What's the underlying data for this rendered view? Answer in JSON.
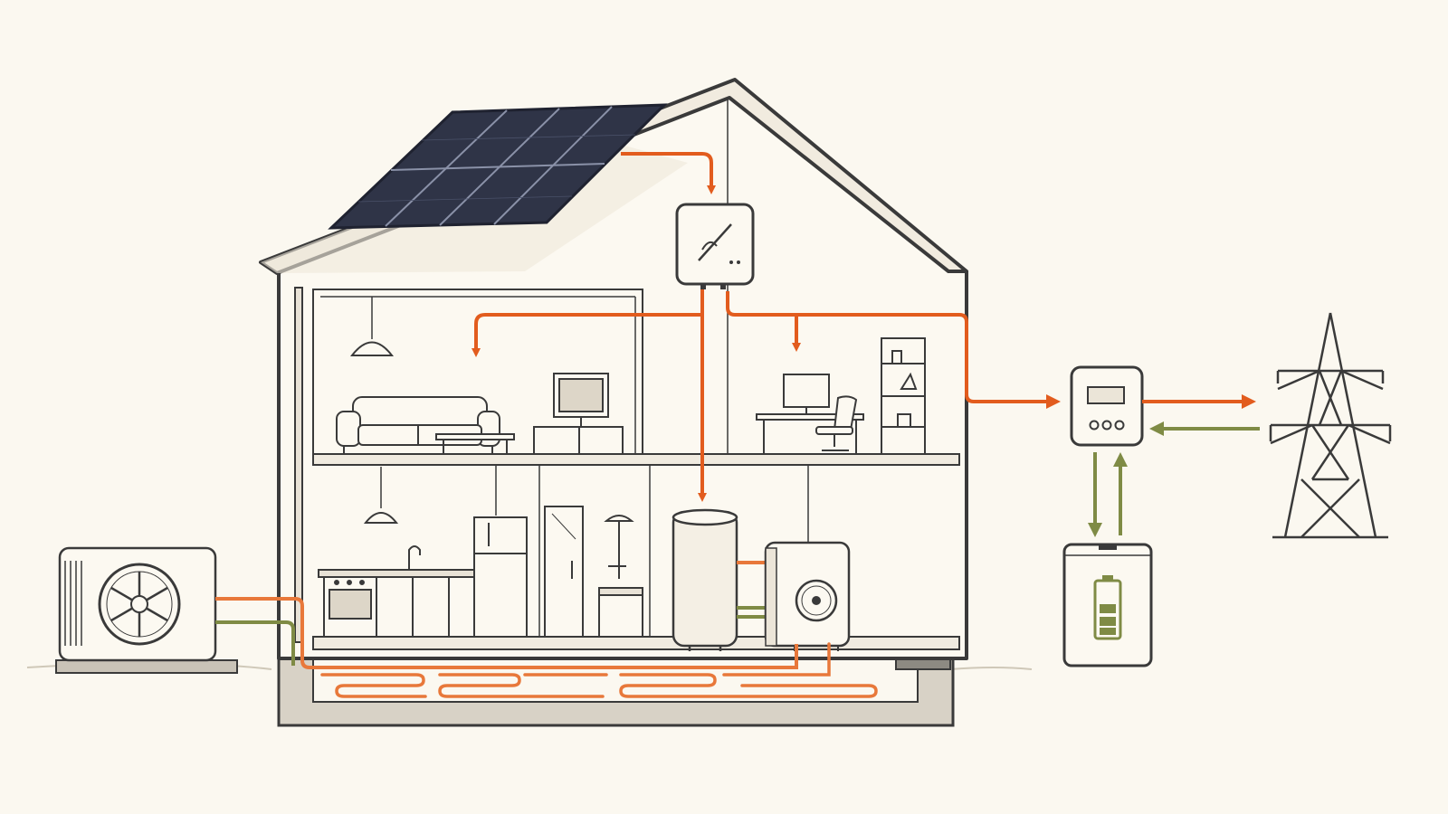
{
  "colors": {
    "background": "#fbf8f0",
    "outline": "#3a3a3a",
    "wall_fill": "#fcf9f1",
    "roof_fill": "#f1ebdf",
    "ground": "#d8d2c6",
    "solar_panel": "#2f3447",
    "power_flow": "#e25c1e",
    "grid_return_flow": "#7f8b45",
    "heating_pipe": "#e8783a"
  },
  "components": [
    {
      "id": "solar-panels",
      "icon": "solar-panel-icon"
    },
    {
      "id": "inverter",
      "icon": "inverter-icon"
    },
    {
      "id": "smart-meter",
      "icon": "meter-icon"
    },
    {
      "id": "home-battery",
      "icon": "battery-icon"
    },
    {
      "id": "power-grid",
      "icon": "pylon-icon"
    },
    {
      "id": "outdoor-heat-pump",
      "icon": "fan-icon"
    },
    {
      "id": "indoor-heat-pump",
      "icon": "fan-icon"
    },
    {
      "id": "hot-water-cylinder",
      "icon": "tank-icon"
    },
    {
      "id": "underfloor-heating",
      "icon": "pipe-loop-icon"
    }
  ],
  "flows": [
    {
      "from": "solar-panels",
      "to": "inverter",
      "kind": "power"
    },
    {
      "from": "inverter",
      "to": "living-room",
      "kind": "power"
    },
    {
      "from": "inverter",
      "to": "office",
      "kind": "power"
    },
    {
      "from": "inverter",
      "to": "hot-water-cylinder",
      "kind": "power"
    },
    {
      "from": "inverter",
      "to": "smart-meter",
      "kind": "power"
    },
    {
      "from": "smart-meter",
      "to": "power-grid",
      "kind": "power"
    },
    {
      "from": "power-grid",
      "to": "smart-meter",
      "kind": "return"
    },
    {
      "from": "smart-meter",
      "to": "home-battery",
      "kind": "return"
    },
    {
      "from": "home-battery",
      "to": "smart-meter",
      "kind": "return"
    }
  ]
}
